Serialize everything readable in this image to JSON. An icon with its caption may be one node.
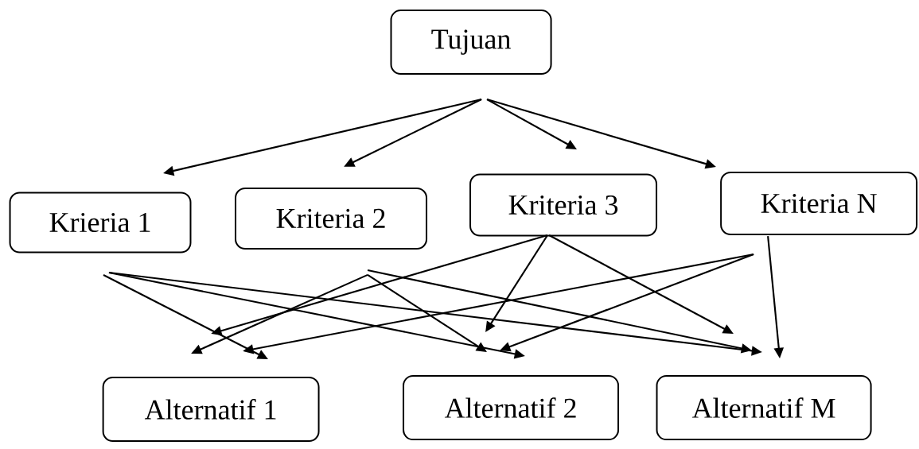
{
  "diagram": {
    "nodes": [
      {
        "text": [
          "Tujuan"
        ]
      },
      {
        "text": [
          "Krieria 1"
        ]
      },
      {
        "text": [
          "Kriteria 2"
        ]
      },
      {
        "text": [
          "Kriteria 3"
        ]
      },
      {
        "text": [
          "Kriteria N"
        ]
      },
      {
        "text": [
          "Alternatif 1"
        ]
      },
      {
        "text": [
          "Alternatif 2"
        ]
      },
      {
        "text": [
          "Alternatif M"
        ]
      }
    ],
    "edges": [
      {
        "from": 0,
        "to": 1,
        "arrow": "to"
      },
      {
        "from": 0,
        "to": 2,
        "arrow": "to"
      },
      {
        "from": 0,
        "to": 3,
        "arrow": "to"
      },
      {
        "from": 0,
        "to": 4,
        "arrow": "to"
      },
      {
        "from": 1,
        "to": 5,
        "arrow": "to"
      },
      {
        "from": 1,
        "to": 6,
        "arrow": "to"
      },
      {
        "from": 1,
        "to": 7,
        "arrow": "to"
      },
      {
        "from": 2,
        "to": 5,
        "arrow": "to"
      },
      {
        "from": 2,
        "to": 6,
        "arrow": "to"
      },
      {
        "from": 2,
        "to": 7,
        "arrow": "to"
      },
      {
        "from": 3,
        "to": 5,
        "arrow": "to"
      },
      {
        "from": 3,
        "to": 6,
        "arrow": "to"
      },
      {
        "from": 3,
        "to": 7,
        "arrow": "to"
      },
      {
        "from": 4,
        "to": 5,
        "arrow": "to"
      },
      {
        "from": 4,
        "to": 6,
        "arrow": "to"
      },
      {
        "from": 4,
        "to": 7,
        "arrow": "to"
      }
    ]
  }
}
